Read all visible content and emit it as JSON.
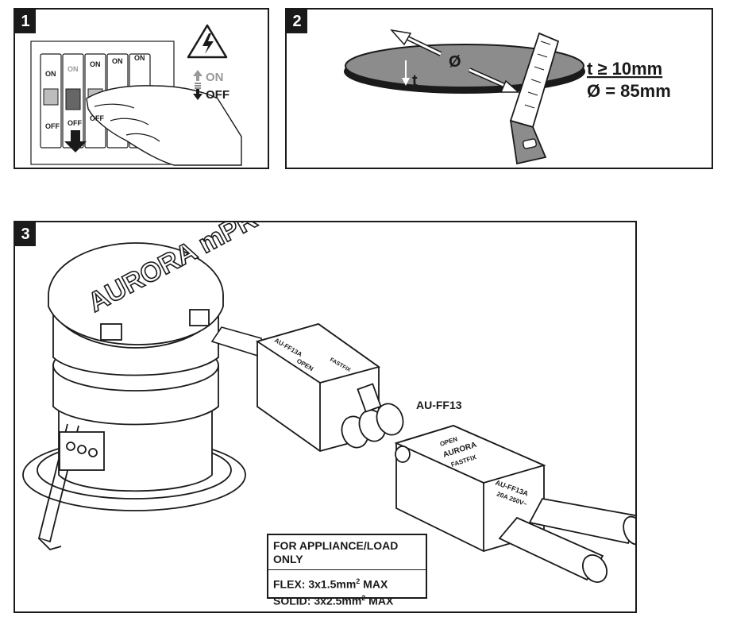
{
  "steps": [
    {
      "number": "1",
      "switch_on": "ON",
      "switch_off": "OFF",
      "legend_on": "ON",
      "legend_off": "OFF"
    },
    {
      "number": "2",
      "diameter_symbol": "Ø",
      "thickness_symbol": "t",
      "spec_thickness": "t ≥ 10mm",
      "spec_diameter": "Ø = 85mm"
    },
    {
      "number": "3",
      "brand_logo": "AURORA mPRO",
      "connector_label": "AU-FF13",
      "connector_text": [
        "OPEN",
        "AURORA",
        "FASTFIX",
        "AU-FF13A",
        "20A 250V~"
      ]
    }
  ],
  "note": {
    "heading": "FOR APPLIANCE/LOAD ONLY",
    "flex_prefix": "FLEX: 3x1.5mm",
    "flex_sup": "2",
    "flex_suffix": " MAX",
    "solid_prefix": "SOLID: 3x2.5mm",
    "solid_sup": "2",
    "solid_suffix": " MAX"
  },
  "icons": [
    "electrical-hazard-icon",
    "arrow-up-icon",
    "arrow-down-icon",
    "saw-icon",
    "downlight-icon",
    "connector-icon"
  ],
  "colors": {
    "ink": "#1a1a1a",
    "panel_fill": "#ffffff",
    "cutout_grey": "#8c8c8c",
    "switch_grey": "#bdbdbd"
  }
}
